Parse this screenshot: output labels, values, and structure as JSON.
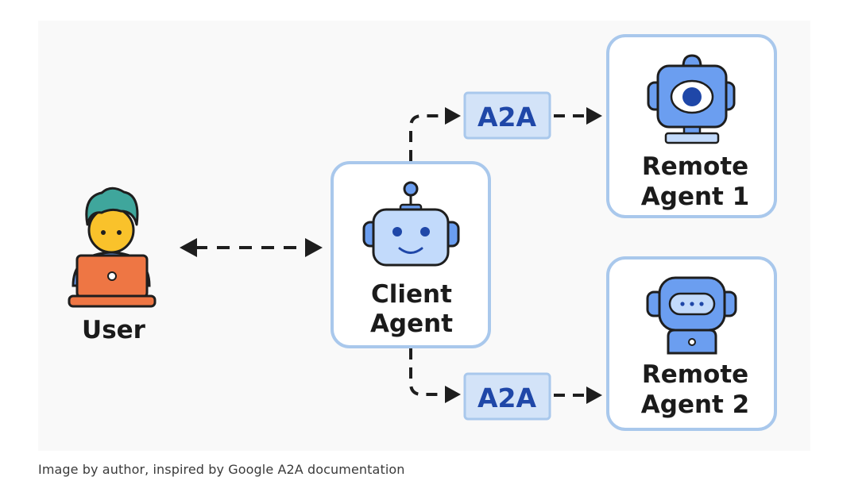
{
  "nodes": {
    "user": {
      "label": "User"
    },
    "client_agent": {
      "line1": "Client",
      "line2": "Agent"
    },
    "remote_agent_1": {
      "line1": "Remote",
      "line2": "Agent 1"
    },
    "remote_agent_2": {
      "line1": "Remote",
      "line2": "Agent 2"
    }
  },
  "protocol_labels": {
    "top": "A2A",
    "bottom": "A2A"
  },
  "caption": "Image by author, inspired by Google A2A documentation",
  "colors": {
    "box_border": "#a9c8ec",
    "a2a_fill": "#d3e3f8",
    "a2a_text": "#1f47a8",
    "robot_blue": "#6b9ef0",
    "robot_light": "#c2dafb",
    "laptop": "#ee7644",
    "hair": "#3fa69c",
    "face": "#f9c22b",
    "arrow": "#1e1e1e"
  }
}
